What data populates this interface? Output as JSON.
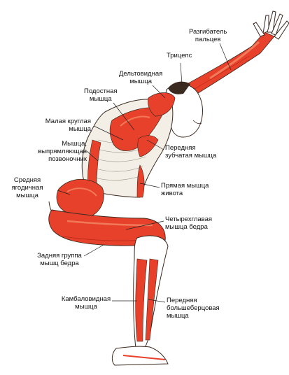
{
  "colors": {
    "muscle": "#e8412b",
    "muscle_light": "#f07a5a",
    "skin_line": "#3a2a20",
    "bone": "#f3efe6",
    "leader": "#222222"
  },
  "labels": {
    "finger_extensor": [
      "Разгибатель",
      "пальцев"
    ],
    "triceps": [
      "Трицепс"
    ],
    "deltoid": [
      "Дельтовидная",
      "мышца"
    ],
    "infraspinatus": [
      "Подостная",
      "мышца"
    ],
    "teres_minor": [
      "Малая круглая",
      "мышца"
    ],
    "erector_spinae": [
      "Мышца,",
      "выпрямляющая",
      "позвоночник"
    ],
    "serratus_anterior": [
      "Передняя",
      "зубчатая мышца"
    ],
    "gluteus_medius": [
      "Средняя",
      "ягодичная",
      "мышца"
    ],
    "rectus_abdominis": [
      "Прямая мышца",
      "живота"
    ],
    "quadriceps": [
      "Четырехглавая",
      "мышца бедра"
    ],
    "hamstrings": [
      "Задняя группа",
      "мышц бедра"
    ],
    "soleus": [
      "Камбаловидная",
      "мышца"
    ],
    "tibialis_anterior": [
      "Передняя",
      "большеберцовая",
      "мышца"
    ]
  }
}
